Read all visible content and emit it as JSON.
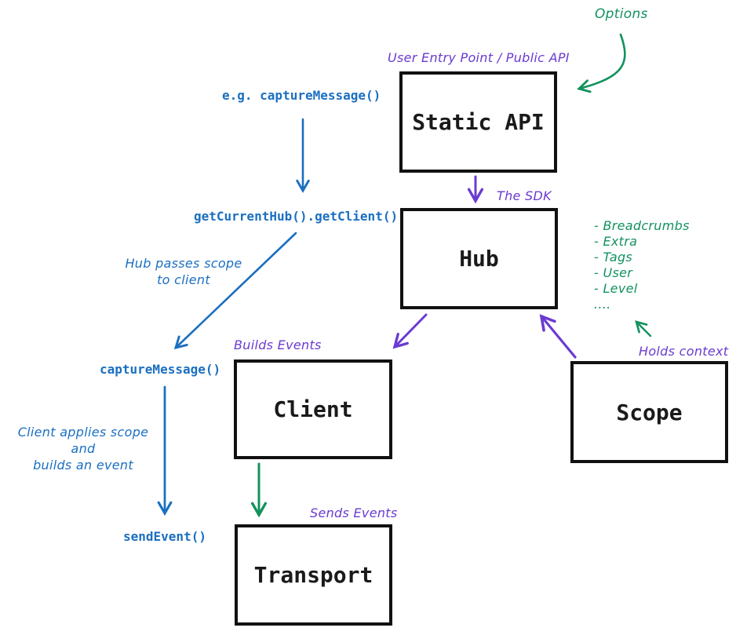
{
  "colors": {
    "blue": "#1b6fc0",
    "purple": "#6a3bd1",
    "green": "#12925e",
    "box_border": "#111111",
    "box_text": "#1a1a1a"
  },
  "boxes": {
    "static_api": {
      "label": "Static API",
      "annotation": "User Entry Point / Public API"
    },
    "hub": {
      "label": "Hub",
      "annotation": "The SDK"
    },
    "client": {
      "label": "Client",
      "annotation": "Builds Events"
    },
    "scope": {
      "label": "Scope",
      "annotation": "Holds context"
    },
    "transport": {
      "label": "Transport",
      "annotation": "Sends Events"
    }
  },
  "code_labels": {
    "example_call": "e.g. captureMessage()",
    "get_current_hub": "getCurrentHub().getClient()",
    "capture_message": "captureMessage()",
    "send_event": "sendEvent()"
  },
  "notes": {
    "options": "Options",
    "hub_passes_scope_line1": "Hub passes scope",
    "hub_passes_scope_line2": "to client",
    "client_applies_line1": "Client applies scope and",
    "client_applies_line2": "builds an event"
  },
  "scope_context_list": {
    "items": [
      "- Breadcrumbs",
      "- Extra",
      "- Tags",
      "- User",
      "- Level",
      "...."
    ]
  }
}
